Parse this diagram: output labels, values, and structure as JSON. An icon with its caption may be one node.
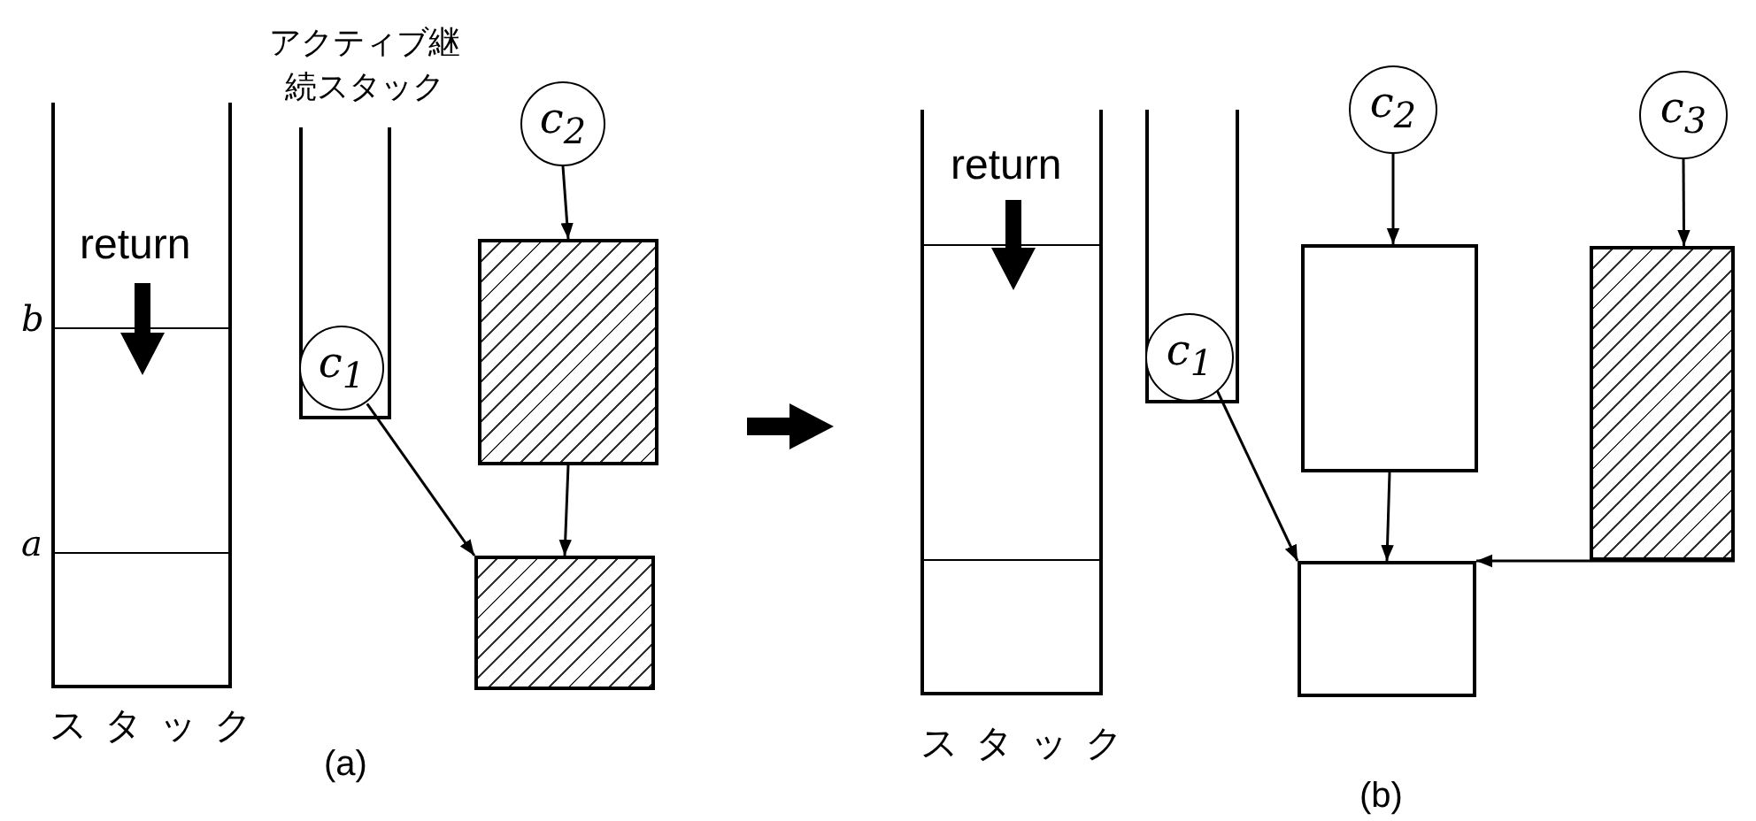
{
  "diagram": {
    "nodes": [
      {
        "text": [],
        "shape": "box",
        "beside": [
          "b",
          "a",
          "スタック"
        ]
      },
      {
        "text": [
          "アクティブ継続スタック"
        ]
      },
      {
        "text": [
          "c$_{1}$"
        ],
        "in": 1
      },
      {
        "text": [
          "c$_{2}$"
        ]
      },
      {
        "text": [],
        "shape": "box"
      },
      {
        "text": [],
        "shape": "box"
      },
      {
        "text": [],
        "shape": "box",
        "beside": [
          "スタック"
        ]
      },
      {
        "text": [],
        "shape": "box"
      },
      {
        "text": [
          "c$_{1}$"
        ],
        "in": 7
      },
      {
        "text": [
          "c$_{2}$"
        ]
      },
      {
        "text": [
          "c$_{3}$"
        ]
      },
      {
        "text": [],
        "shape": "box"
      },
      {
        "text": [],
        "shape": "box"
      },
      {
        "text": [],
        "shape": "box"
      }
    ],
    "edges": [
      {
        "from": 3,
        "to": 4,
        "arrow": "to"
      },
      {
        "from": 4,
        "to": 5,
        "arrow": "to"
      },
      {
        "from": 2,
        "to": 5,
        "arrow": "to"
      },
      {
        "from": 9,
        "to": 11,
        "arrow": "to"
      },
      {
        "from": 11,
        "to": 13,
        "arrow": "to"
      },
      {
        "from": 8,
        "to": 13,
        "arrow": "to"
      },
      {
        "from": 10,
        "to": 12,
        "arrow": "to"
      },
      {
        "from": 12,
        "to": 13,
        "arrow": "to"
      }
    ],
    "labels": [
      "return",
      "(a)",
      "return",
      "(b)"
    ]
  }
}
